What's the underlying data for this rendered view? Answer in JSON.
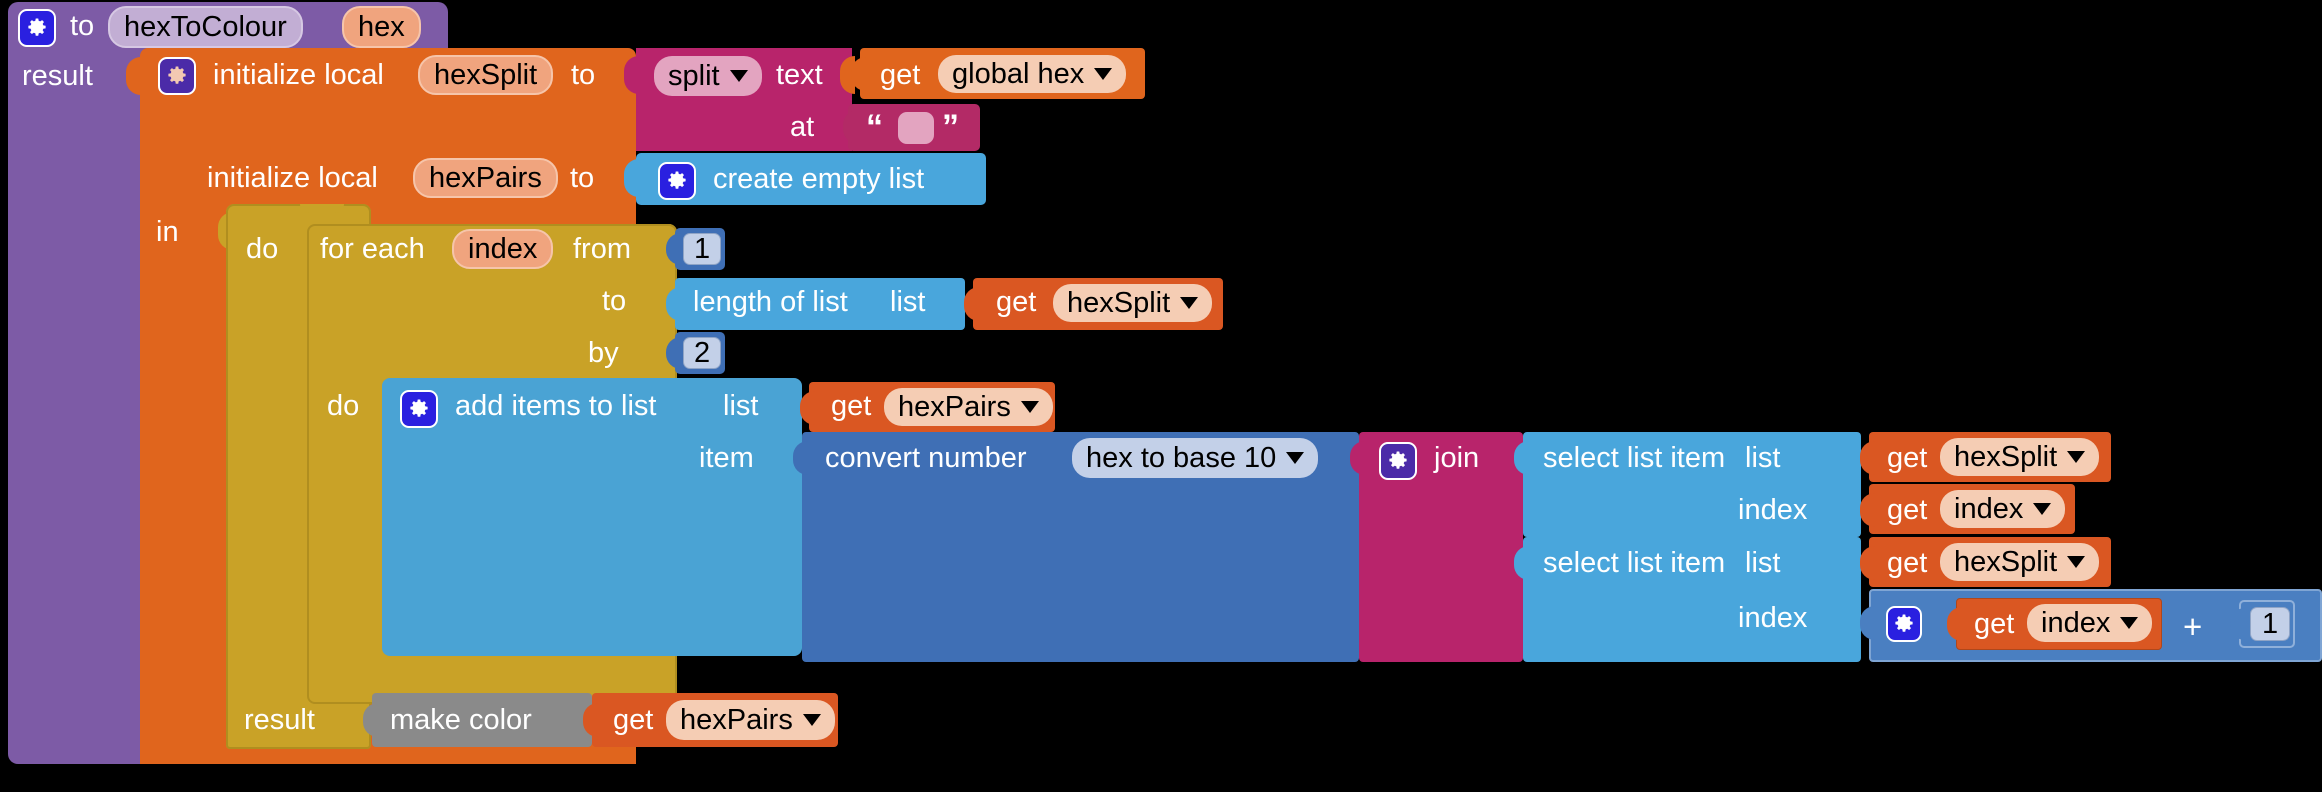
{
  "editor": {
    "name": "blockly-workspace",
    "background": "#000000"
  },
  "procedure": {
    "keyword_to": "to",
    "name": "hexToColour",
    "param": "hex",
    "result_label": "result",
    "color": "#7d5ba6",
    "gear_icon": "mutator-gear-icon"
  },
  "local1": {
    "label": "initialize local",
    "var": "hexSplit",
    "to": "to",
    "color": "#e0651d"
  },
  "local2": {
    "label": "initialize local",
    "var": "hexPairs",
    "to": "to",
    "in_label": "in",
    "color": "#e0651d"
  },
  "split": {
    "dropdown": "split",
    "text_label": "text",
    "at_label": "at",
    "empty_string": "",
    "open_quote": "“",
    "close_quote": "”",
    "color": "#b8246b"
  },
  "get_global_hex": {
    "get": "get",
    "var": "global hex",
    "color": "#e0651d"
  },
  "create_empty_list": {
    "label": "create empty list",
    "color": "#49a6dc"
  },
  "do_outer": {
    "label": "do"
  },
  "foreach": {
    "label": "for each",
    "var": "index",
    "from_label": "from",
    "to_label": "to",
    "by_label": "by",
    "do_label": "do",
    "from_value": "1",
    "by_value": "2",
    "color": "#c9a227"
  },
  "length_of_list": {
    "label": "length of list",
    "list_label": "list",
    "color": "#49a6dc"
  },
  "get_hexsplit_1": {
    "get": "get",
    "var": "hexSplit"
  },
  "add_items": {
    "label": "add items to list",
    "list_label": "list",
    "item_label": "item",
    "color": "#49a6dc"
  },
  "get_hexpairs_1": {
    "get": "get",
    "var": "hexPairs"
  },
  "convert_number": {
    "label": "convert number",
    "dropdown": "hex to base 10",
    "color": "#3f6fb5"
  },
  "join": {
    "label": "join",
    "color": "#b8246b"
  },
  "select1": {
    "label": "select list item",
    "list_label": "list",
    "index_label": "index"
  },
  "get_hexsplit_2": {
    "get": "get",
    "var": "hexSplit"
  },
  "get_index_1": {
    "get": "get",
    "var": "index"
  },
  "select2": {
    "label": "select list item",
    "list_label": "list",
    "index_label": "index"
  },
  "get_hexsplit_3": {
    "get": "get",
    "var": "hexSplit"
  },
  "math_add": {
    "operator": "+",
    "operand": "1",
    "color": "#3f6fb5"
  },
  "get_index_2": {
    "get": "get",
    "var": "index"
  },
  "result_row": {
    "label": "result"
  },
  "make_color": {
    "label": "make color",
    "color": "#8a8a8a"
  },
  "get_hexpairs_2": {
    "get": "get",
    "var": "hexPairs"
  }
}
